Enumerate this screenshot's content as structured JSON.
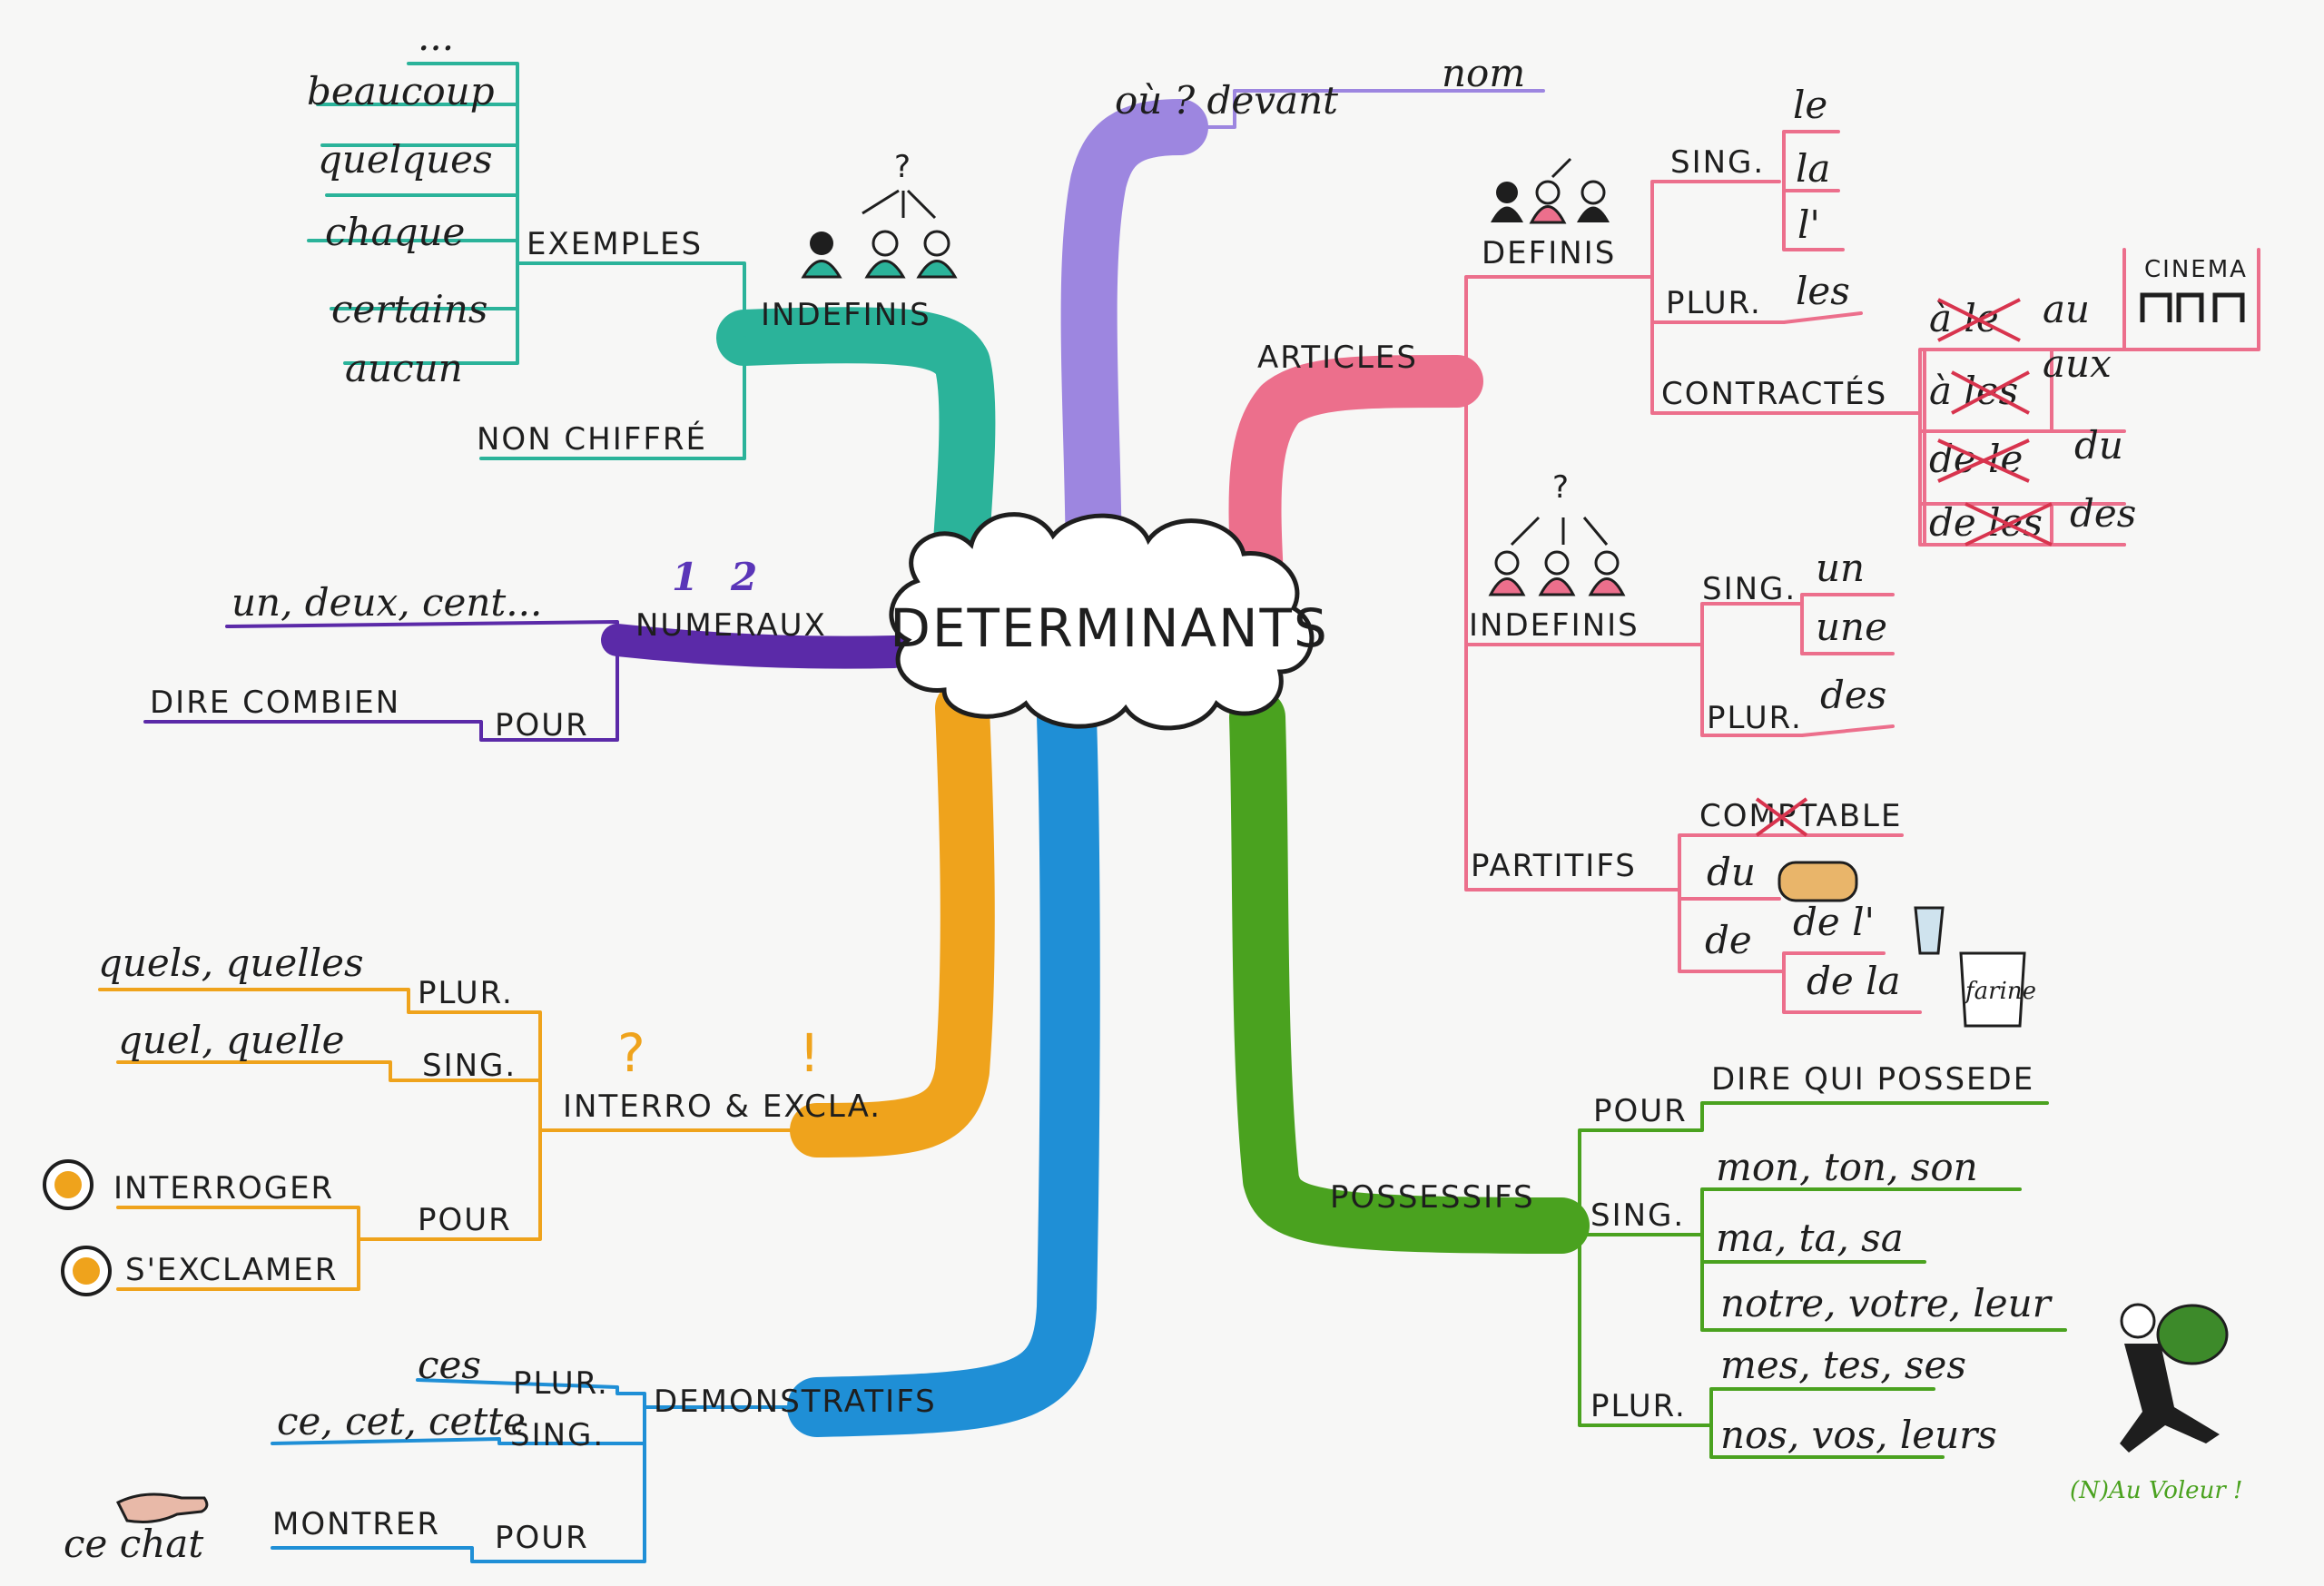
{
  "center": {
    "title": "DETERMINANTS"
  },
  "colors": {
    "violet": "#9d86e0",
    "teal": "#2bb39a",
    "purple": "#5b2aa8",
    "orange": "#efa31c",
    "blue": "#1f8fd6",
    "pink": "#ec6f8c",
    "green": "#4aa21f",
    "ink": "#1e1e1e"
  },
  "top": {
    "label1": "où ? devant",
    "label2": "nom"
  },
  "indefinis_left": {
    "label": "INDEFINIS",
    "exemples": {
      "label": "EXEMPLES",
      "items": [
        "...",
        "beaucoup",
        "quelques",
        "chaque",
        "certains",
        "aucun"
      ]
    },
    "non_chiffre": "NON CHIFFRÉ",
    "question_mark": "?"
  },
  "numeraux": {
    "label": "NUMERAUX",
    "digit1": "1",
    "digit2": "2",
    "examples": "un, deux, cent...",
    "pour_label": "POUR",
    "pour_value": "DIRE COMBIEN"
  },
  "interro": {
    "label": "INTERRO & EXCLA.",
    "plur_label": "PLUR.",
    "plur_value": "quels, quelles",
    "sing_label": "SING.",
    "sing_value": "quel, quelle",
    "pour_label": "POUR",
    "interroger": "INTERROGER",
    "exclamer": "S'EXCLAMER",
    "q_sym": "?",
    "e_sym": "!"
  },
  "demonstratifs": {
    "label": "DEMONSTRATIFS",
    "plur_label": "PLUR.",
    "plur_value": "ces",
    "sing_label": "SING.",
    "sing_value": "ce, cet, cette",
    "pour_label": "POUR",
    "pour_value": "MONTRER",
    "example": "ce chat"
  },
  "articles": {
    "label": "ARTICLES",
    "definis": {
      "label": "DEFINIS",
      "sing_label": "SING.",
      "sing_items": [
        "le",
        "la",
        "l'"
      ],
      "plur_label": "PLUR.",
      "plur_value": "les",
      "contractes_label": "CONTRACTÉS",
      "contractes": [
        {
          "from": "à le",
          "to": "au"
        },
        {
          "from": "à les",
          "to": "aux"
        },
        {
          "from": "de le",
          "to": "du"
        },
        {
          "from": "de les",
          "to": "des"
        }
      ],
      "cinema": "CINEMA",
      "question_mark": "?"
    },
    "indefinis": {
      "label": "INDEFINIS",
      "sing_label": "SING.",
      "sing_items": [
        "un",
        "une"
      ],
      "plur_label": "PLUR.",
      "plur_value": "des",
      "question_mark": "?"
    },
    "partitifs": {
      "label": "PARTITIFS",
      "comptable": "COMPTABLE",
      "items": [
        "du",
        "de",
        "de l'",
        "de la"
      ],
      "farine": "farine"
    }
  },
  "possessifs": {
    "label": "POSSESSIFS",
    "pour_label": "POUR",
    "pour_value": "DIRE QUI POSSEDE",
    "sing_label": "SING.",
    "sing_items": [
      "mon, ton, son",
      "ma, ta, sa",
      "notre, votre, leur"
    ],
    "plur_label": "PLUR.",
    "plur_items": [
      "mes, tes, ses",
      "nos, vos, leurs"
    ],
    "thief": "(N)Au Voleur !"
  }
}
